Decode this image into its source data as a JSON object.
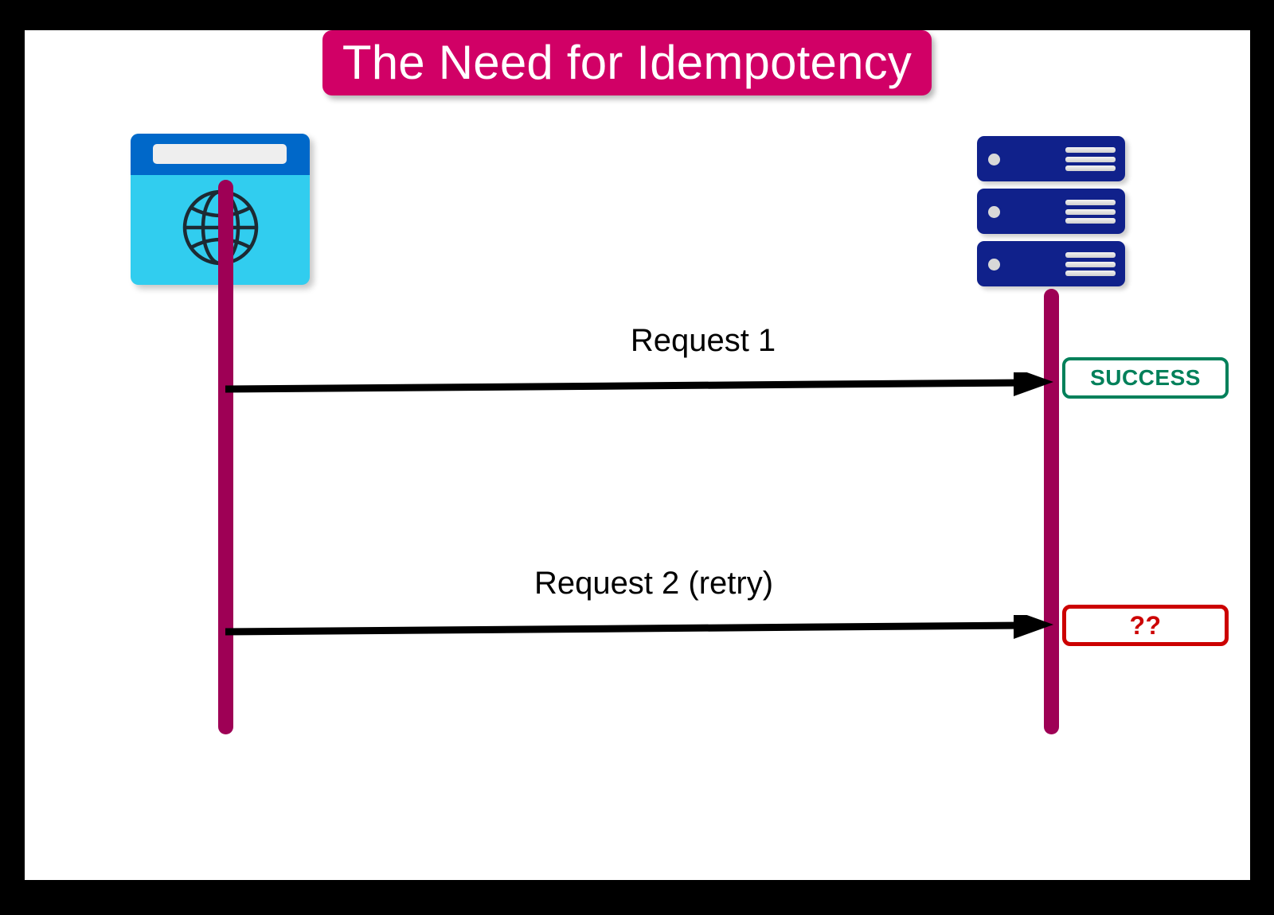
{
  "slide": {
    "title": "The Need for Idempotency",
    "background_color": "#000000",
    "canvas_color": "#ffffff",
    "title_banner_color": "#d10066",
    "lifeline_color": "#9e0055"
  },
  "actors": [
    {
      "id": "client",
      "icon": "browser-globe-icon",
      "label": ""
    },
    {
      "id": "server",
      "icon": "server-rack-icon",
      "label": ""
    }
  ],
  "messages": [
    {
      "id": "request-1",
      "label": "Request 1",
      "from": "client",
      "to": "server",
      "direction": "right"
    },
    {
      "id": "request-2",
      "label": "Request 2 (retry)",
      "from": "client",
      "to": "server",
      "direction": "right"
    }
  ],
  "responses": [
    {
      "id": "response-1",
      "label": "SUCCESS",
      "color": "#00805a"
    },
    {
      "id": "response-2",
      "label": "??",
      "color": "#cc0000"
    }
  ]
}
